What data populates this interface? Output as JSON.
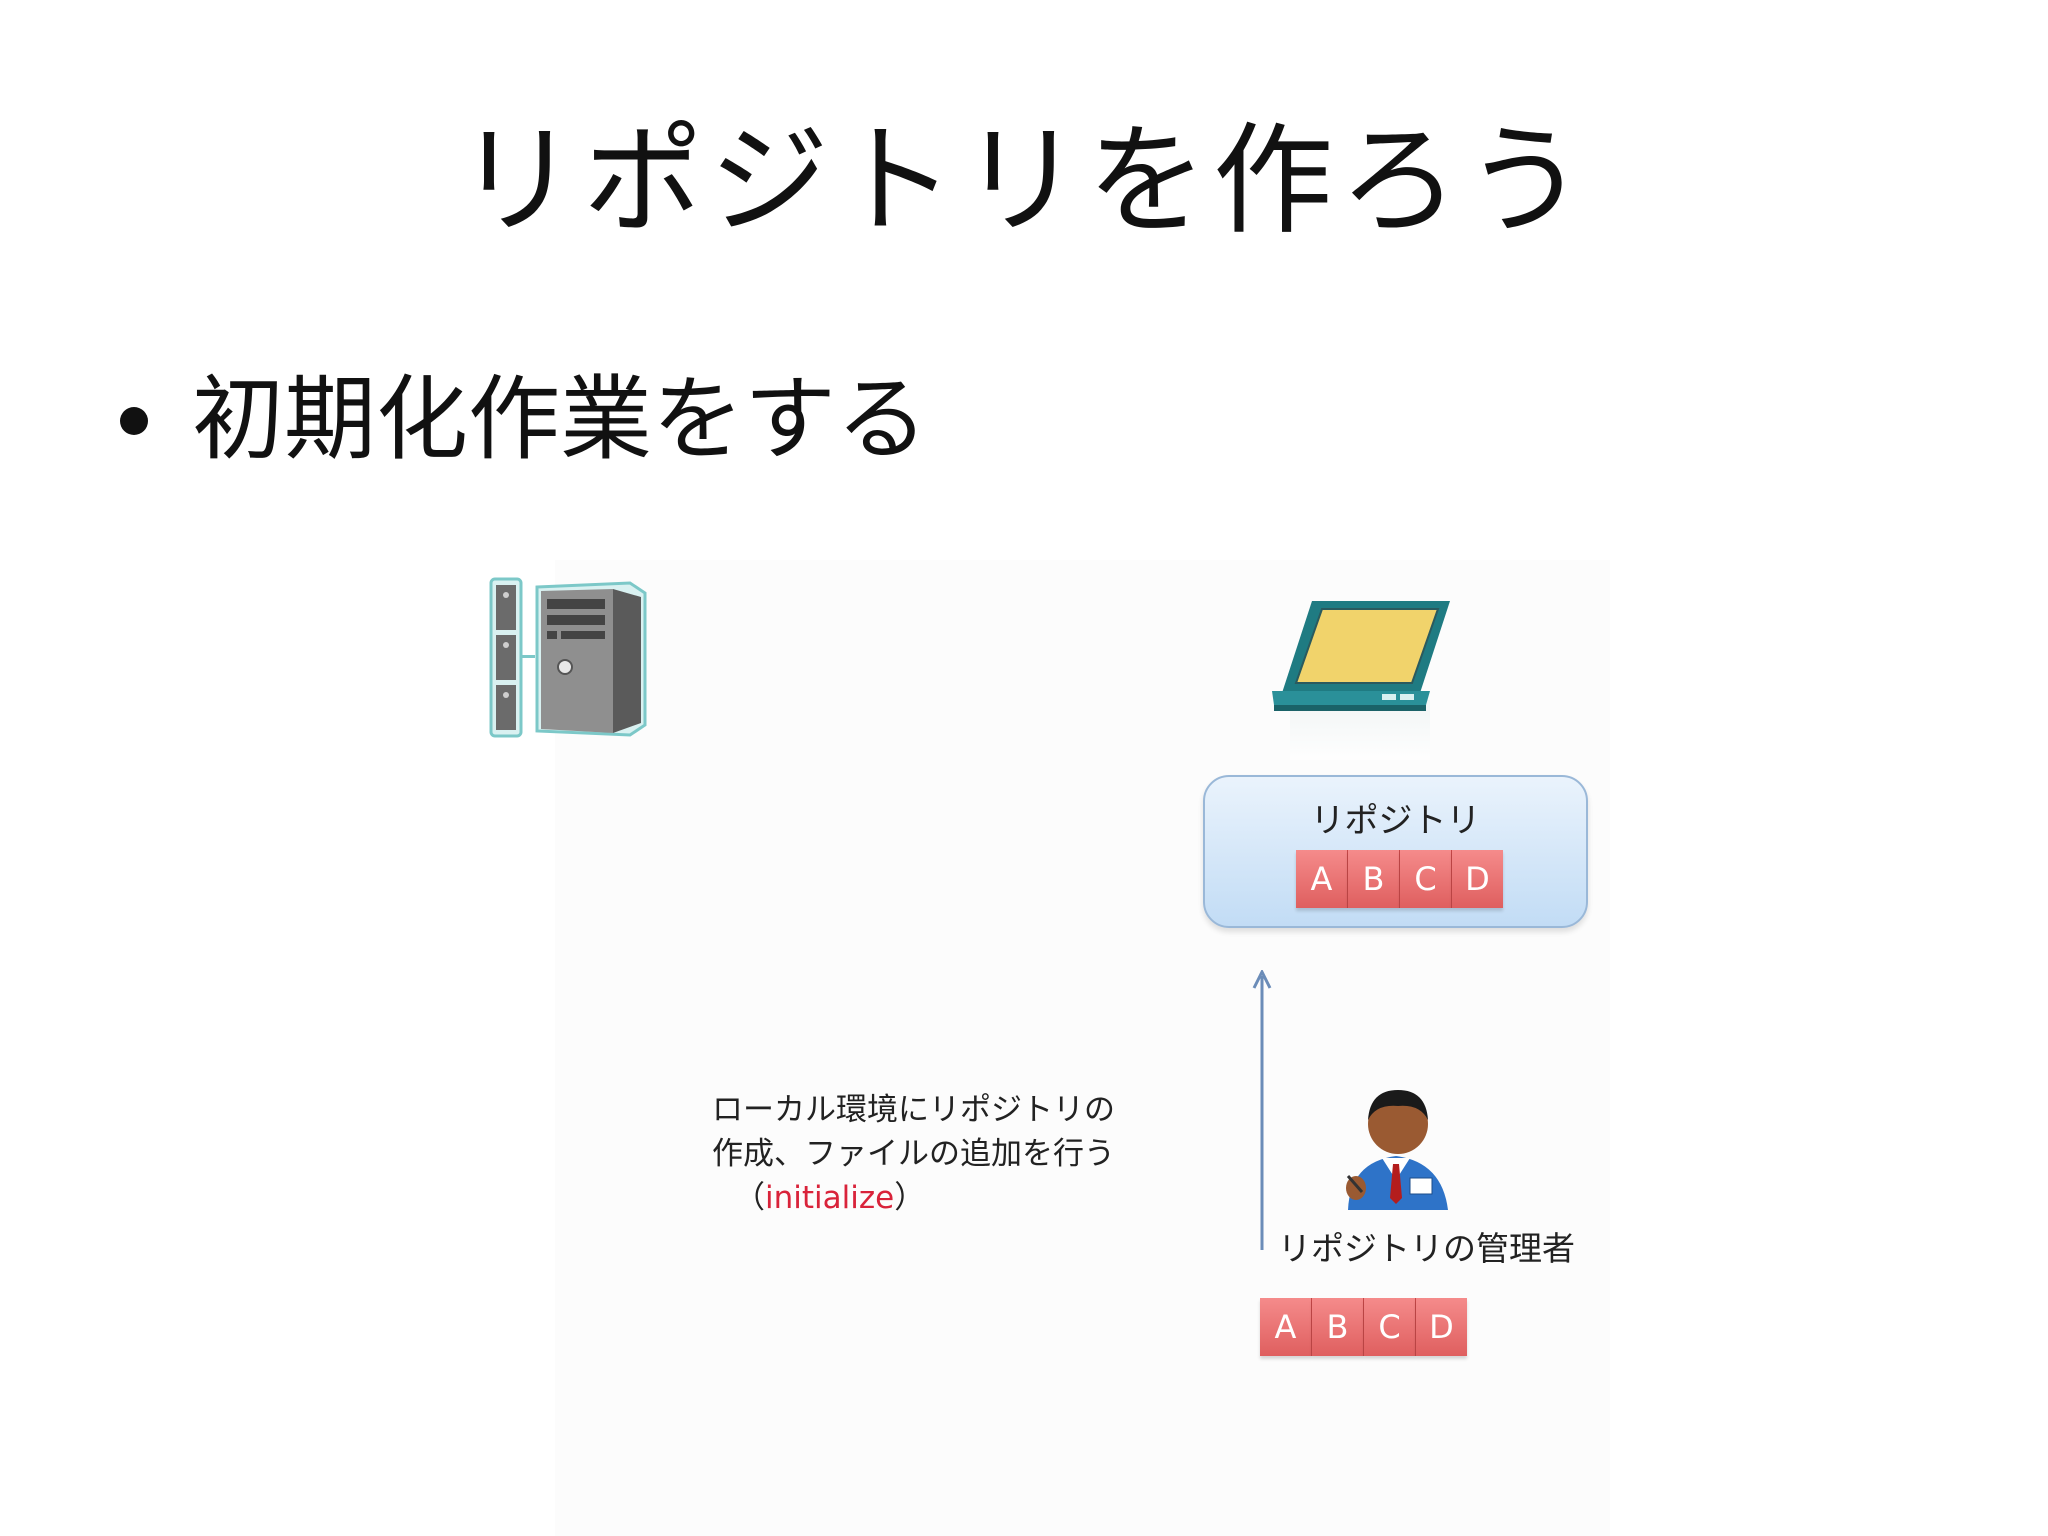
{
  "slide": {
    "title": "リポジトリを作ろう",
    "bullet": "初期化作業をする"
  },
  "diagram": {
    "repository_label": "リポジトリ",
    "repository_blocks": [
      "A",
      "B",
      "C",
      "D"
    ],
    "local_blocks": [
      "A",
      "B",
      "C",
      "D"
    ],
    "note_line1": "ローカル環境にリポジトリの",
    "note_line2": "作成、ファイルの追加を行う",
    "note_paren_open": "（",
    "note_highlight": "initialize",
    "note_paren_close": "）",
    "admin_label": "リポジトリの管理者",
    "icons": [
      "server-icon",
      "laptop-icon",
      "person-icon",
      "arrow-up-icon"
    ],
    "colors": {
      "block_fill": "#e86d6d",
      "repo_fill": "#d4e6f8",
      "highlight": "#d9233a",
      "laptop_body": "#1f7b82",
      "laptop_screen": "#f1d36b"
    }
  }
}
